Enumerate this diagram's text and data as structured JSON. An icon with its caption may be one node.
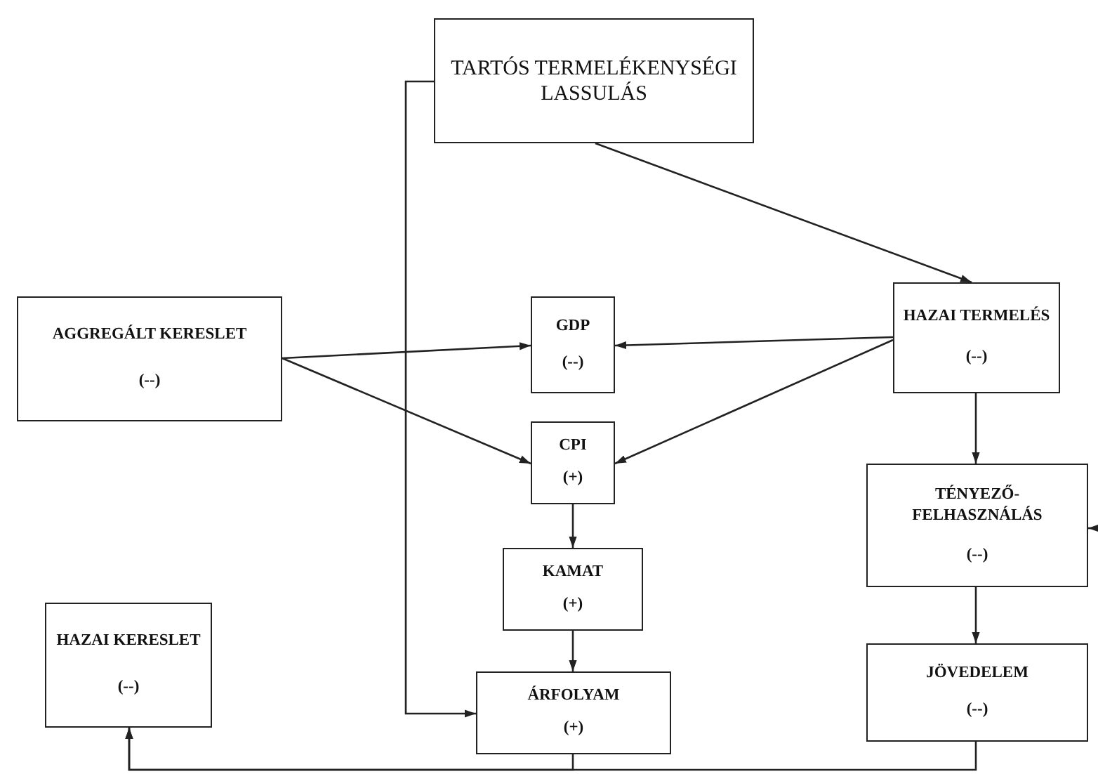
{
  "diagram": {
    "nodes": [
      {
        "text": [
          "TARTÓS TERMELÉKENYSÉGI LASSULÁS"
        ]
      },
      {
        "text": [
          "AGGREGÁLT KERESLET",
          "(--)"
        ]
      },
      {
        "text": [
          "GDP",
          "(--)"
        ]
      },
      {
        "text": [
          "HAZAI TERMELÉS",
          "(--)"
        ]
      },
      {
        "text": [
          "CPI",
          "(+)"
        ]
      },
      {
        "text": [
          "TÉNYEZŐ-FELHASZNÁLÁS",
          "(--)"
        ]
      },
      {
        "text": [
          "KAMAT",
          "(+)"
        ]
      },
      {
        "text": [
          "HAZAI KERESLET",
          "(--)"
        ]
      },
      {
        "text": [
          "JÖVEDELEM",
          "(--)"
        ]
      },
      {
        "text": [
          "ÁRFOLYAM",
          "(+)"
        ]
      }
    ],
    "edges": [
      {
        "from": 0,
        "to": 3,
        "arrow": "to"
      },
      {
        "from": 0,
        "to": 9,
        "arrow": "to"
      },
      {
        "from": 1,
        "to": 2,
        "arrow": "to"
      },
      {
        "from": 1,
        "to": 4,
        "arrow": "to"
      },
      {
        "from": 3,
        "to": 2,
        "arrow": "to"
      },
      {
        "from": 3,
        "to": 4,
        "arrow": "to"
      },
      {
        "from": 3,
        "to": 5,
        "arrow": "to"
      },
      {
        "from": 4,
        "to": 6,
        "arrow": "to"
      },
      {
        "from": 6,
        "to": 9,
        "arrow": "to"
      },
      {
        "from": 5,
        "to": 8,
        "arrow": "to"
      },
      {
        "from": 9,
        "to": 7,
        "arrow": "to"
      },
      {
        "from": 8,
        "to": 7,
        "arrow": "to"
      },
      {
        "from": null,
        "to": 5,
        "arrow": "to"
      }
    ]
  }
}
